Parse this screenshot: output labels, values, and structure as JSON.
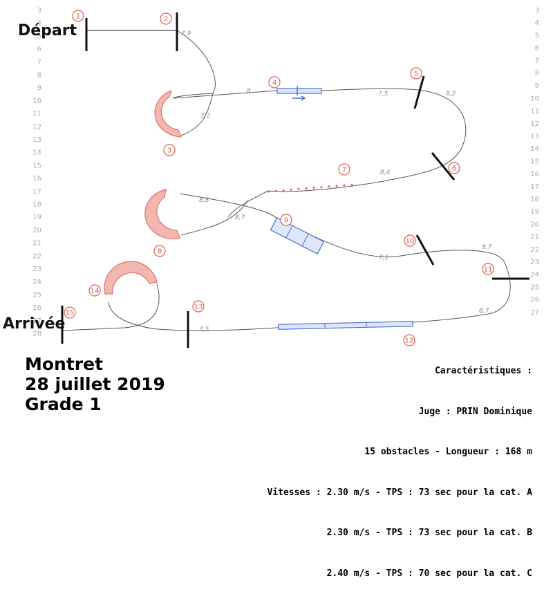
{
  "labels": {
    "start": "Départ",
    "finish": "Arrivée"
  },
  "title": {
    "place": "Montret",
    "date": "28 juillet 2019",
    "grade": "Grade 1"
  },
  "info": {
    "heading": "Caractéristiques :",
    "judge": "Juge : PRIN Dominique",
    "summary": "15 obstacles - Longueur : 168 m",
    "speed_a": "Vitesses : 2.30 m/s - TPS : 73 sec pour la cat. A",
    "speed_b": "2.30 m/s - TPS : 73 sec pour la cat. B",
    "speed_c": "2.40 m/s - TPS : 70 sec pour la cat. C"
  },
  "row_numbers_left": [
    "3",
    "4",
    "5",
    "6",
    "7",
    "8",
    "9",
    "10",
    "11",
    "12",
    "13",
    "14",
    "15",
    "16",
    "17",
    "18",
    "19",
    "20",
    "21",
    "22",
    "23",
    "24",
    "25",
    "26",
    "27",
    "28"
  ],
  "row_numbers_right": [
    "3",
    "4",
    "5",
    "6",
    "7",
    "8",
    "9",
    "10",
    "11",
    "12",
    "13",
    "14",
    "15",
    "16",
    "17",
    "18",
    "19",
    "20",
    "21",
    "22",
    "23",
    "24",
    "25",
    "26",
    "27"
  ],
  "obstacles": [
    "1",
    "2",
    "3",
    "4",
    "5",
    "6",
    "7",
    "8",
    "9",
    "10",
    "11",
    "12",
    "13",
    "14",
    "15"
  ],
  "distances": [
    "7,9",
    "7,2",
    "8",
    "7,5",
    "8,2",
    "8,4",
    "8,8",
    "8,7",
    "7,1",
    "8,7",
    "8,7",
    "7,5"
  ],
  "colors": {
    "number_red": "#e05a4a",
    "tunnel_fill": "#f4b7b0",
    "tunnel_stroke": "#e07068",
    "equipment_blue": "#4a6fd0",
    "equipment_fill": "#dde6fb",
    "bar": "#111111",
    "path": "#555555"
  }
}
